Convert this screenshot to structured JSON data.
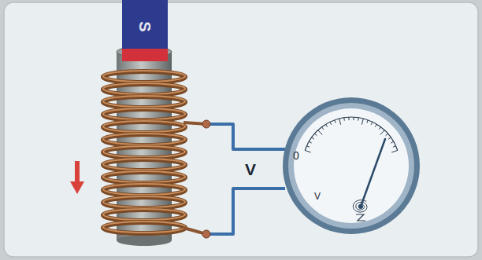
{
  "diagram": {
    "nodes": [
      {
        "text": [
          "S"
        ]
      },
      {
        "text": [
          "0",
          "V"
        ]
      }
    ],
    "labels": [
      "V"
    ]
  }
}
